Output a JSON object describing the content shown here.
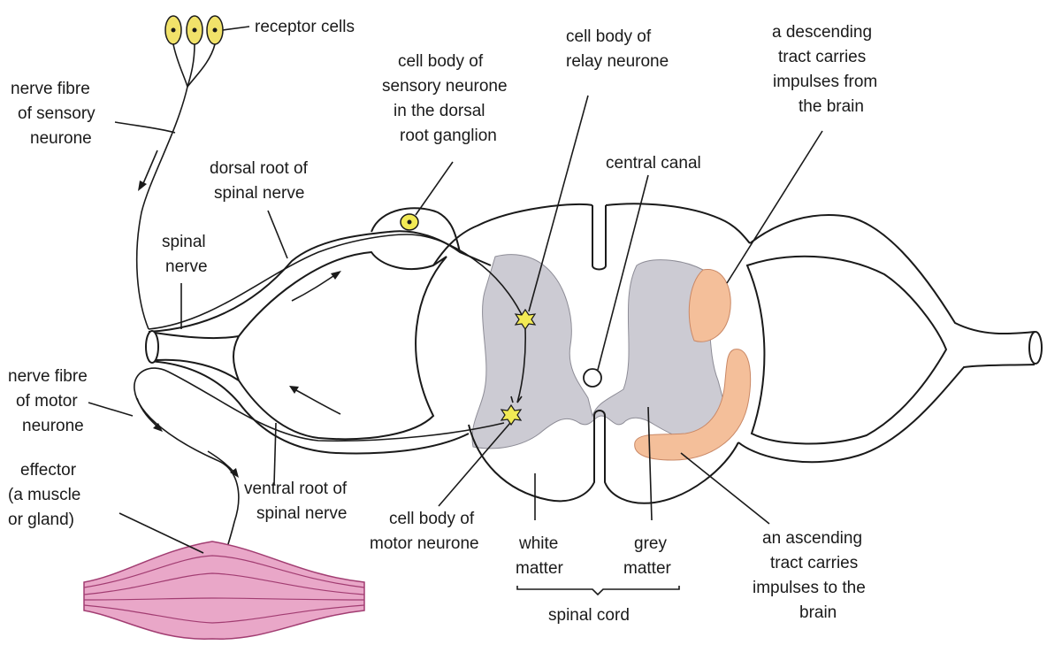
{
  "labels": {
    "receptor_cells": "receptor cells",
    "nerve_fibre_sensory": [
      "nerve fibre",
      "of sensory",
      "neurone"
    ],
    "dorsal_root": [
      "dorsal root of",
      "spinal nerve"
    ],
    "spinal_nerve": [
      "spinal",
      "nerve"
    ],
    "cell_body_sensory": [
      "cell body of",
      "sensory neurone",
      "in the dorsal",
      "root ganglion"
    ],
    "cell_body_relay": [
      "cell body of",
      "relay neurone"
    ],
    "central_canal": "central canal",
    "descending_tract": [
      "a descending",
      "tract carries",
      "impulses from",
      "the brain"
    ],
    "nerve_fibre_motor": [
      "nerve fibre",
      "of motor",
      "neurone"
    ],
    "effector": [
      "effector",
      "(a muscle",
      "or gland)"
    ],
    "ventral_root": [
      "ventral root of",
      "spinal nerve"
    ],
    "cell_body_motor": [
      "cell body of",
      "motor neurone"
    ],
    "white_matter": [
      "white",
      "matter"
    ],
    "grey_matter": [
      "grey",
      "matter"
    ],
    "spinal_cord": "spinal cord",
    "ascending_tract": [
      "an ascending",
      "tract carries",
      "impulses to the",
      "brain"
    ]
  },
  "colors": {
    "grey_matter": "#cccbd3",
    "tracts": "#f4bf9a",
    "receptor": "#f1e26a",
    "neurone_body": "#f2ea55",
    "muscle": "#e9a7c8",
    "muscle_line": "#a23d72"
  }
}
